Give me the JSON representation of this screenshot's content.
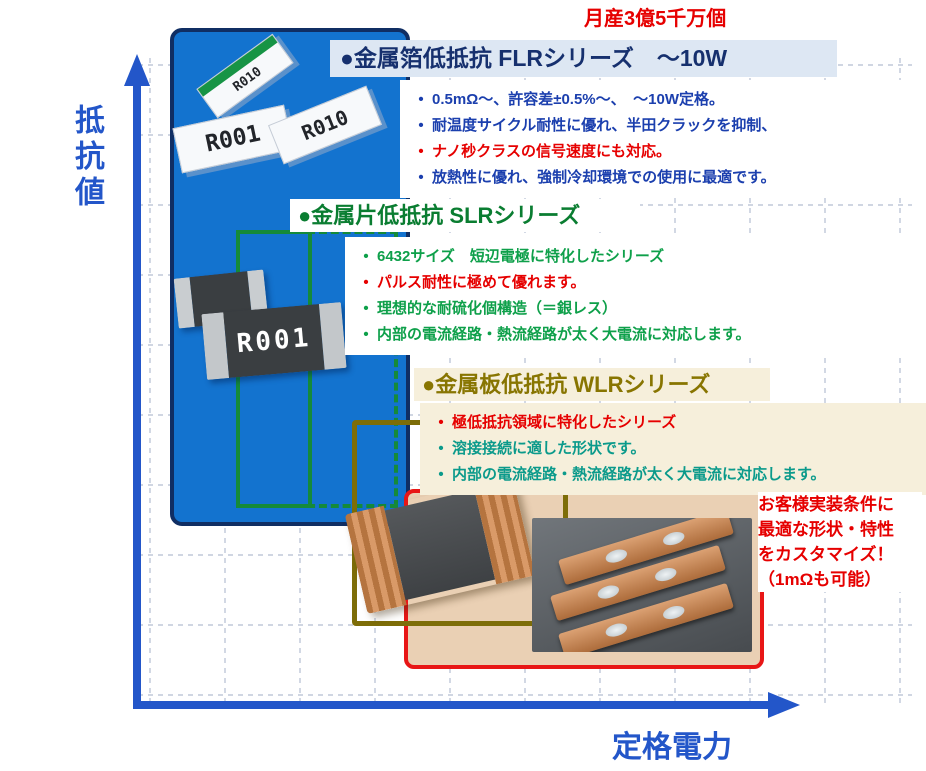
{
  "ui": {
    "bullet": "•"
  },
  "annotation_top": "月産3億5千万個",
  "axes": {
    "y_label": "抵抗値",
    "x_label": "定格電力"
  },
  "series": {
    "flr": {
      "title": "●金属箔低抵抗 FLRシリーズ　～10W",
      "bullets": [
        {
          "text": "0.5mΩ～、許容差±0.5%～、　～10W定格。",
          "color": "#1b3fae"
        },
        {
          "text": "耐温度サイクル耐性に優れ、半田クラックを抑制、",
          "color": "#1b3fae"
        },
        {
          "text": "ナノ秒クラスの信号速度にも対応。",
          "color": "#e60000"
        },
        {
          "text": "放熱性に優れ、強制冷却環境での使用に最適です。",
          "color": "#1b3fae"
        }
      ]
    },
    "slr": {
      "title": "●金属片低抵抗 SLRシリーズ",
      "bullets": [
        {
          "text": "6432サイズ　短辺電極に特化したシリーズ",
          "color": "#0ea04a"
        },
        {
          "text": "パルス耐性に極めて優れます。",
          "color": "#e60000"
        },
        {
          "text": "理想的な耐硫化個構造（＝銀レス）",
          "color": "#0ea04a"
        },
        {
          "text": "内部の電流経路・熱流経路が太く大電流に対応します。",
          "color": "#0ea04a"
        }
      ]
    },
    "wlr": {
      "title": "●金属板低抵抗 WLRシリーズ",
      "bullets": [
        {
          "text": "極低抵抗領域に特化したシリーズ",
          "color": "#e60000"
        },
        {
          "text": "溶接接続に適した形状です。",
          "color": "#0b9a8b"
        },
        {
          "text": "内部の電流経路・熱流経路が太く大電流に対応します。",
          "color": "#0b9a8b"
        }
      ]
    }
  },
  "callout": {
    "lines": [
      "お客様実装条件に",
      "最適な形状・特性",
      "をカスタマイズ！",
      "（1mΩも可能）"
    ]
  },
  "chips": {
    "flr": [
      {
        "label": "R010"
      },
      {
        "label": "R001"
      },
      {
        "label": "R010"
      }
    ],
    "slr": {
      "label": "R001"
    }
  },
  "colors": {
    "axis": "#2356c9",
    "grid": "#b3bdd1",
    "flr_region_fill": "#1373cf",
    "flr_region_border": "#102e63",
    "slr_region_border": "#158a3a",
    "wlr_region_border": "#7d6d08",
    "custom_region_border": "#e81616",
    "custom_region_fill": "#ead0b4"
  }
}
